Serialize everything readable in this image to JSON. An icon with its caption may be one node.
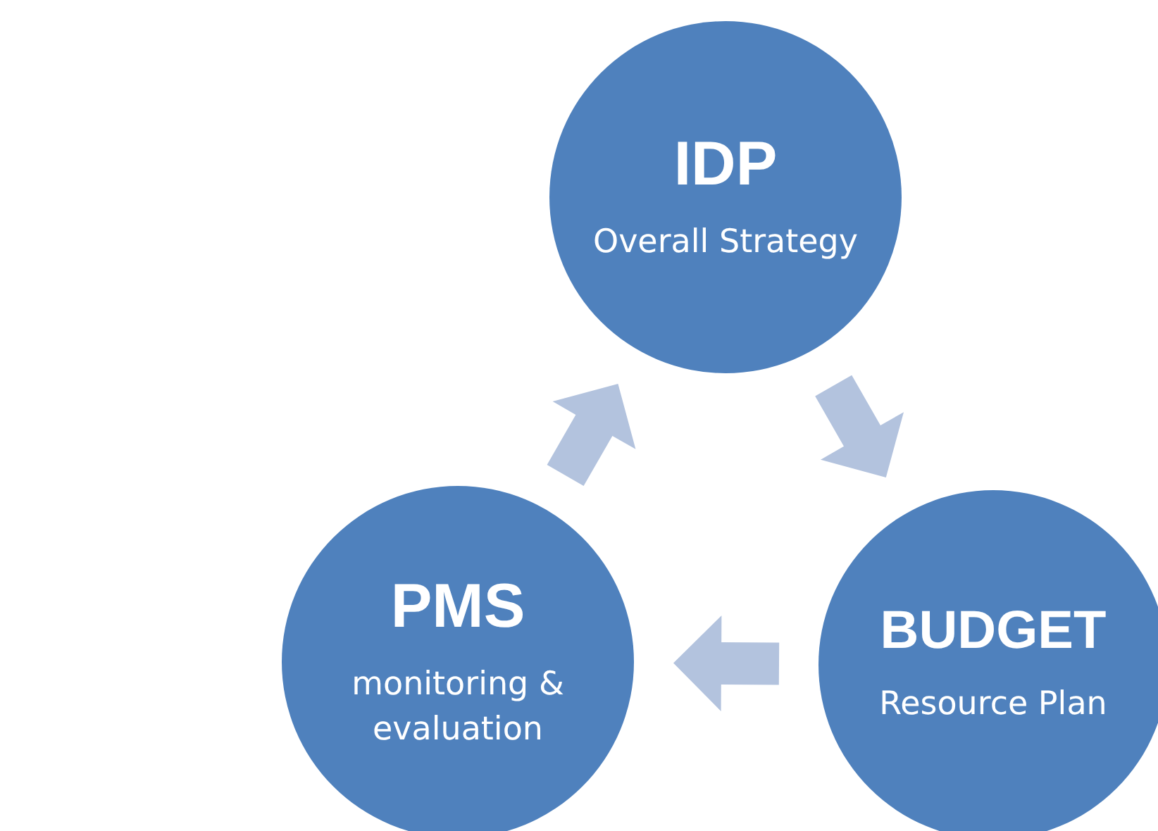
{
  "diagram": {
    "nodes": [
      {
        "text": [
          "IDP",
          "Overall Strategy"
        ]
      },
      {
        "text": [
          "BUDGET",
          "Resource Plan"
        ]
      },
      {
        "text": [
          "PMS",
          "monitoring & evaluation"
        ]
      }
    ],
    "edges": [
      {
        "from": 0,
        "to": 1,
        "arrow": "to"
      },
      {
        "from": 1,
        "to": 2,
        "arrow": "to"
      },
      {
        "from": 2,
        "to": 0,
        "arrow": "to"
      }
    ]
  }
}
